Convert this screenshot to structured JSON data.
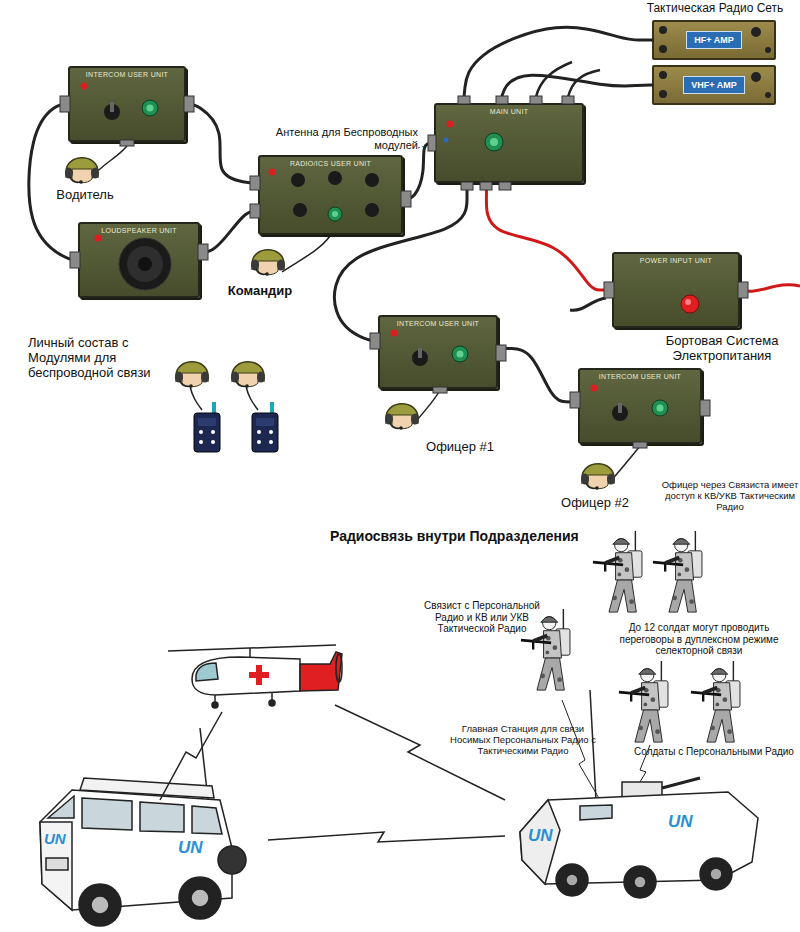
{
  "diagram": {
    "nodes": [
      {
        "text": [
          "HF+ AMP"
        ]
      },
      {
        "text": [
          "VHF+ AMP"
        ]
      },
      {
        "text": [
          "INTERCOM USER UNIT"
        ]
      },
      {
        "text": [
          "MAIN UNIT"
        ]
      },
      {
        "text": [
          "RADIO/ICS USER UNIT"
        ]
      },
      {
        "text": [
          "LOUDSPEAKER UNIT"
        ]
      },
      {
        "text": [
          "POWER INPUT UNIT"
        ]
      },
      {
        "text": [
          "INTERCOM USER UNIT"
        ]
      },
      {
        "text": [
          "INTERCOM USER UNIT"
        ]
      }
    ],
    "edges": [
      {
        "from": 2,
        "to": 4,
        "arrow": "none"
      },
      {
        "from": 2,
        "to": 5,
        "arrow": "none"
      },
      {
        "from": 5,
        "to": 4,
        "arrow": "none"
      },
      {
        "from": 4,
        "to": 3,
        "arrow": "none"
      },
      {
        "from": 3,
        "to": 0,
        "arrow": "none"
      },
      {
        "from": 3,
        "to": 1,
        "arrow": "none"
      },
      {
        "from": 3,
        "to": 6,
        "arrow": "none"
      },
      {
        "from": 3,
        "to": 7,
        "arrow": "none"
      },
      {
        "from": 7,
        "to": 8,
        "arrow": "none"
      }
    ],
    "labels": [
      "Тактическая Радио Сеть",
      "Антенна для Беспроводных модулей",
      "Водитель",
      "Командир",
      "Личный состав с Модулями для беспроводной связи",
      "Бортовая Система Электропитания",
      "Офицер #1",
      "Офицер #2",
      "Офицер через Связиста имеет доступ к КВ/УКВ Тактическим Радио",
      "Радиосвязь внутри Подразделения",
      "Связист с Персональной Радио и КВ или УКВ Тактической Радио",
      "До 12 солдат могут проводить переговоры в дуплексном режиме селекторной связи",
      "Главная Станция для связи Носимых Персональных Радио с Тактическими Радио",
      "Солдаты с Персональными Радио",
      "UN",
      "UN",
      "UN",
      "UN"
    ]
  }
}
